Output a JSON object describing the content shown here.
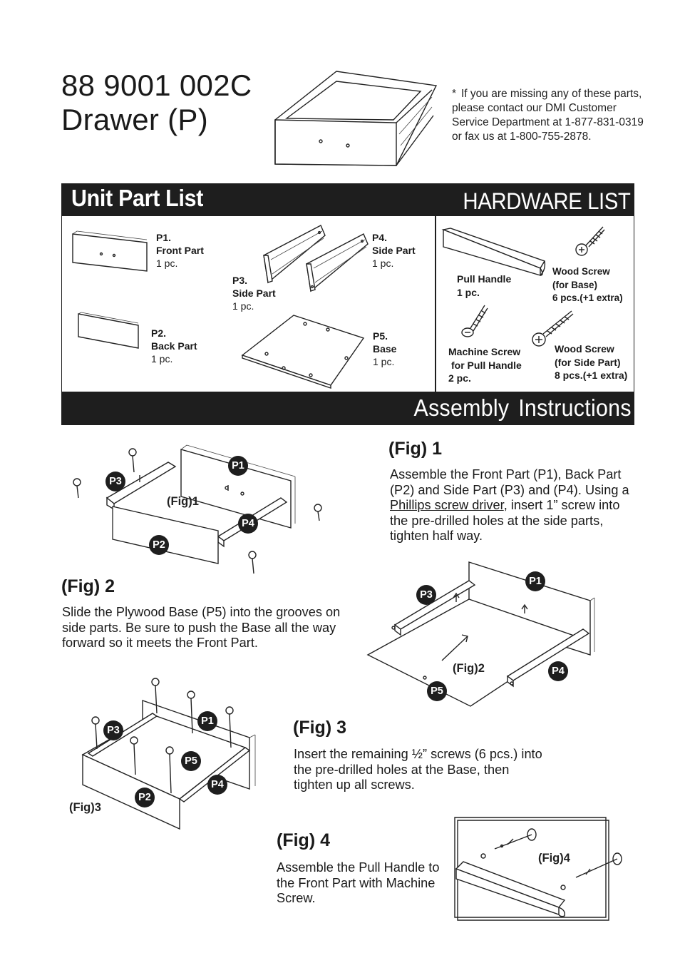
{
  "header": {
    "code": "88 9001 002C",
    "product": "Drawer (P)"
  },
  "notice": {
    "star": "*",
    "text": "If you are missing any of these parts, please contact our DMI Customer Service Department at 1-877-831-0319 or fax us at 1-800-755-2878."
  },
  "bars": {
    "unit_part_list": "Unit Part List",
    "hardware_list": "HARDWARE LIST",
    "assembly_word1": "Assembly",
    "assembly_word2": "Instructions"
  },
  "parts": {
    "p1": {
      "id": "P1.",
      "name": "Front Part",
      "qty": "1 pc."
    },
    "p2": {
      "id": "P2.",
      "name": "Back Part",
      "qty": "1 pc."
    },
    "p3": {
      "id": "P3.",
      "name": "Side Part",
      "qty": "1 pc."
    },
    "p4": {
      "id": "P4.",
      "name": "Side Part",
      "qty": "1 pc."
    },
    "p5": {
      "id": "P5.",
      "name": "Base",
      "qty": "1 pc."
    }
  },
  "hardware": {
    "pull_handle": {
      "name": "Pull Handle",
      "qty": "1 pc."
    },
    "wood_screw_base": {
      "name": "Wood Screw",
      "use": "(for Base)",
      "qty": "6  pcs.(+1 extra)"
    },
    "machine_screw": {
      "name": "Machine Screw",
      "use": "for Pull Handle",
      "qty": "2 pc."
    },
    "wood_screw_side": {
      "name": "Wood Screw",
      "use": "(for Side Part)",
      "qty": "8 pcs.(+1 extra)"
    }
  },
  "steps": {
    "fig1": {
      "head": "(Fig) 1",
      "text_a": "Assemble the Front Part (P1), Back Part (P2) and Side Part (P3) and (P4). Using a ",
      "text_link": "Phillips screw driver",
      "text_b": ", insert 1” screw into the pre-drilled holes at the side parts, tighten half way.",
      "caption": "(Fig)1"
    },
    "fig2": {
      "head": "(Fig) 2",
      "text": "Slide the Plywood Base (P5) into the grooves on side parts. Be sure to push the Base all the way forward so it meets the Front Part.",
      "caption": "(Fig)2"
    },
    "fig3": {
      "head": "(Fig) 3",
      "text": "Insert the remaining  ½” screws (6 pcs.) into the pre-drilled holes at the Base, then tighten up all screws.",
      "caption": "(Fig)3"
    },
    "fig4": {
      "head": "(Fig) 4",
      "text": "Assemble the Pull Handle to the Front Part with Machine Screw.",
      "caption": "(Fig)4"
    }
  },
  "badges": {
    "p1": "P1",
    "p2": "P2",
    "p3": "P3",
    "p4": "P4",
    "p5": "P5"
  }
}
